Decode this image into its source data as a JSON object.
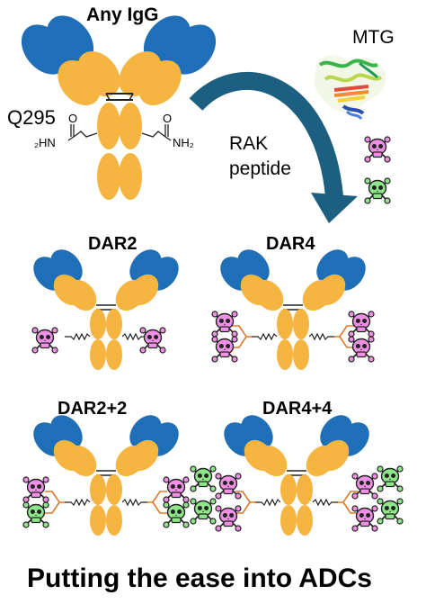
{
  "labels": {
    "title": "Any IgG",
    "site": "Q295",
    "amine_left": "₂HN",
    "amine_right": "NH₂",
    "oxygen": "O",
    "enzyme": "MTG",
    "peptide": "RAK\npeptide",
    "dar2": "DAR2",
    "dar4": "DAR4",
    "dar22": "DAR2+2",
    "dar44": "DAR4+4",
    "tagline": "Putting the ease into ADCs"
  },
  "colors": {
    "fab_blue": "#1f6fb8",
    "heavy_orange": "#f5b540",
    "arrow_teal": "#1d5f80",
    "skull_pink": "#f08fe6",
    "skull_green": "#8ee68a",
    "linker": "#e07a2a"
  },
  "icons": {
    "enzyme": "protein-ribbon-icon",
    "payload": "skull-icon"
  }
}
